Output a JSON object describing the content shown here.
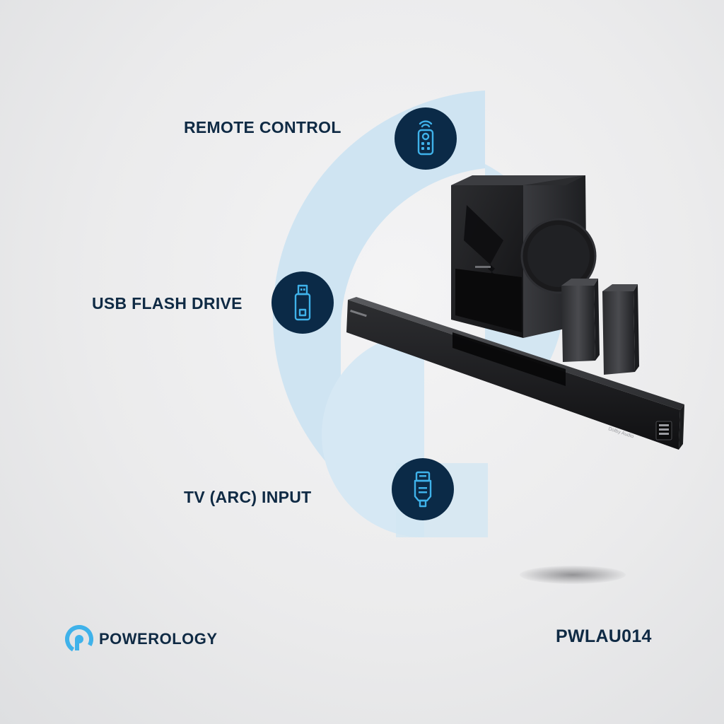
{
  "features": [
    {
      "label": "REMOTE CONTROL",
      "icon": "remote-control-icon"
    },
    {
      "label": "USB FLASH DRIVE",
      "icon": "usb-flash-drive-icon"
    },
    {
      "label": "TV (ARC) INPUT",
      "icon": "hdmi-cable-icon"
    }
  ],
  "brand": {
    "name": "POWEROLOGY",
    "logo": "powerology-logo-icon"
  },
  "model": "PWLAU014",
  "product_marks": {
    "dolby": "Dolby Audio"
  },
  "colors": {
    "navy": "#0b2a47",
    "icon_accent": "#3fb2ea",
    "arc_blue": "#cfe4f2",
    "text": "#0f2a44"
  }
}
